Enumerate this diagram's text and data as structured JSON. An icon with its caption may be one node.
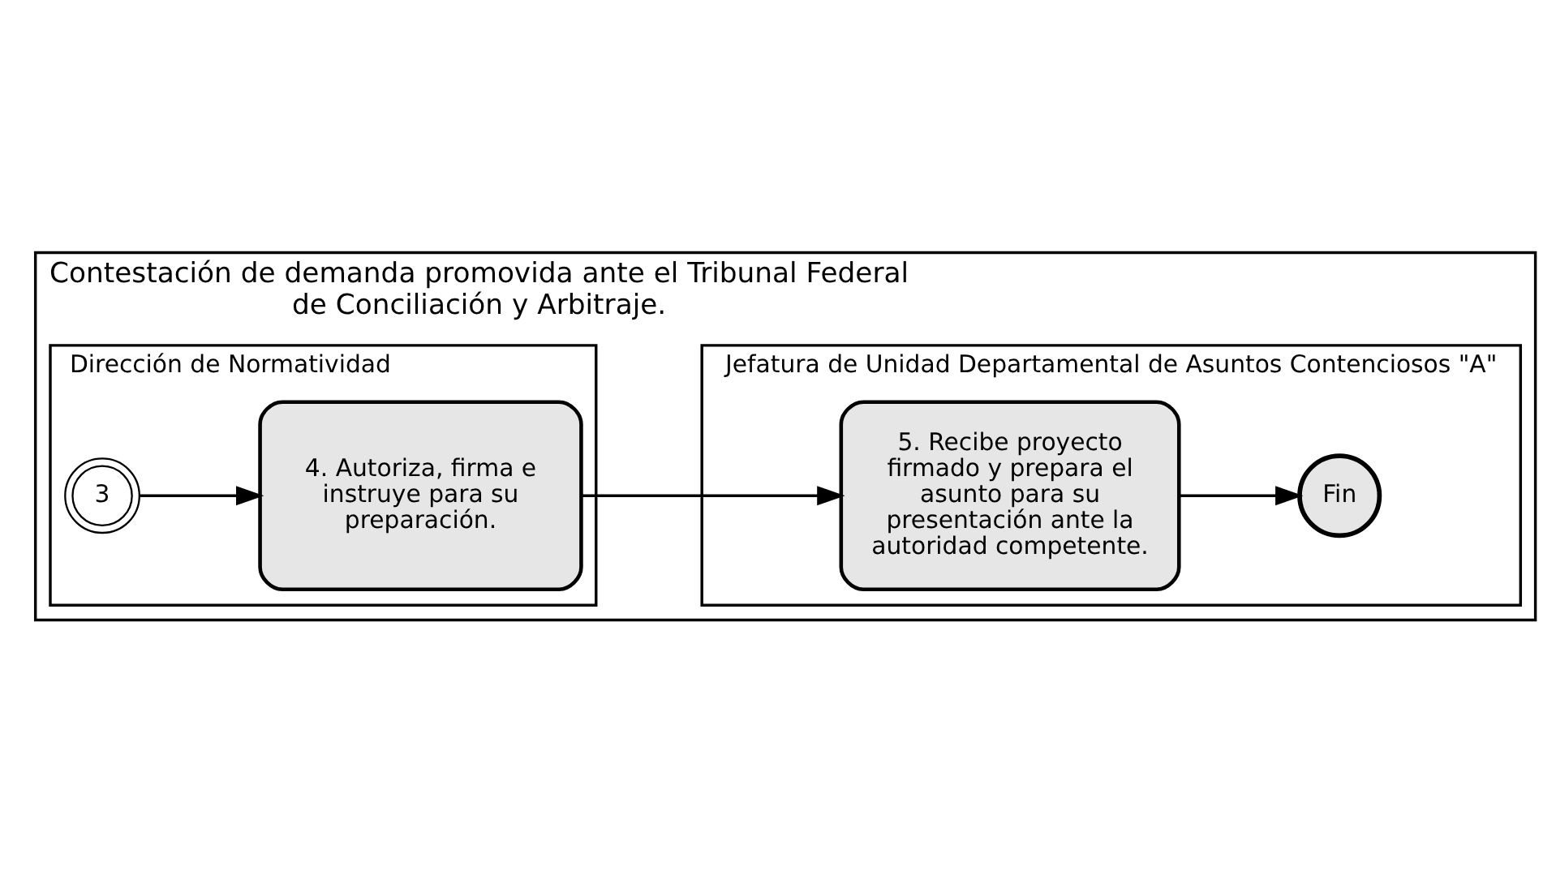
{
  "diagram": {
    "nodes": [
      {
        "text": [
          "Contestación de demanda promovida ante el Tribunal Federal de Conciliación y Arbitraje."
        ]
      },
      {
        "text": [
          "Dirección de Normatividad"
        ],
        "in": 0
      },
      {
        "text": [
          "Jefatura de Unidad Departamental de Asuntos Contenciosos \"A\""
        ],
        "in": 0
      },
      {
        "text": [
          "3"
        ],
        "in": 1
      },
      {
        "text": [
          "4. Autoriza, firma e instruye para su preparación."
        ],
        "in": 1
      },
      {
        "text": [
          "5. Recibe proyecto firmado y prepara el asunto para su presentación ante la autoridad competente."
        ],
        "in": 2
      },
      {
        "text": [
          "Fin"
        ],
        "in": 2
      }
    ],
    "edges": [
      {
        "from": 3,
        "to": 4,
        "arrow": "to"
      },
      {
        "from": 4,
        "to": 5,
        "arrow": "to"
      },
      {
        "from": 5,
        "to": 6,
        "arrow": "to"
      }
    ]
  }
}
